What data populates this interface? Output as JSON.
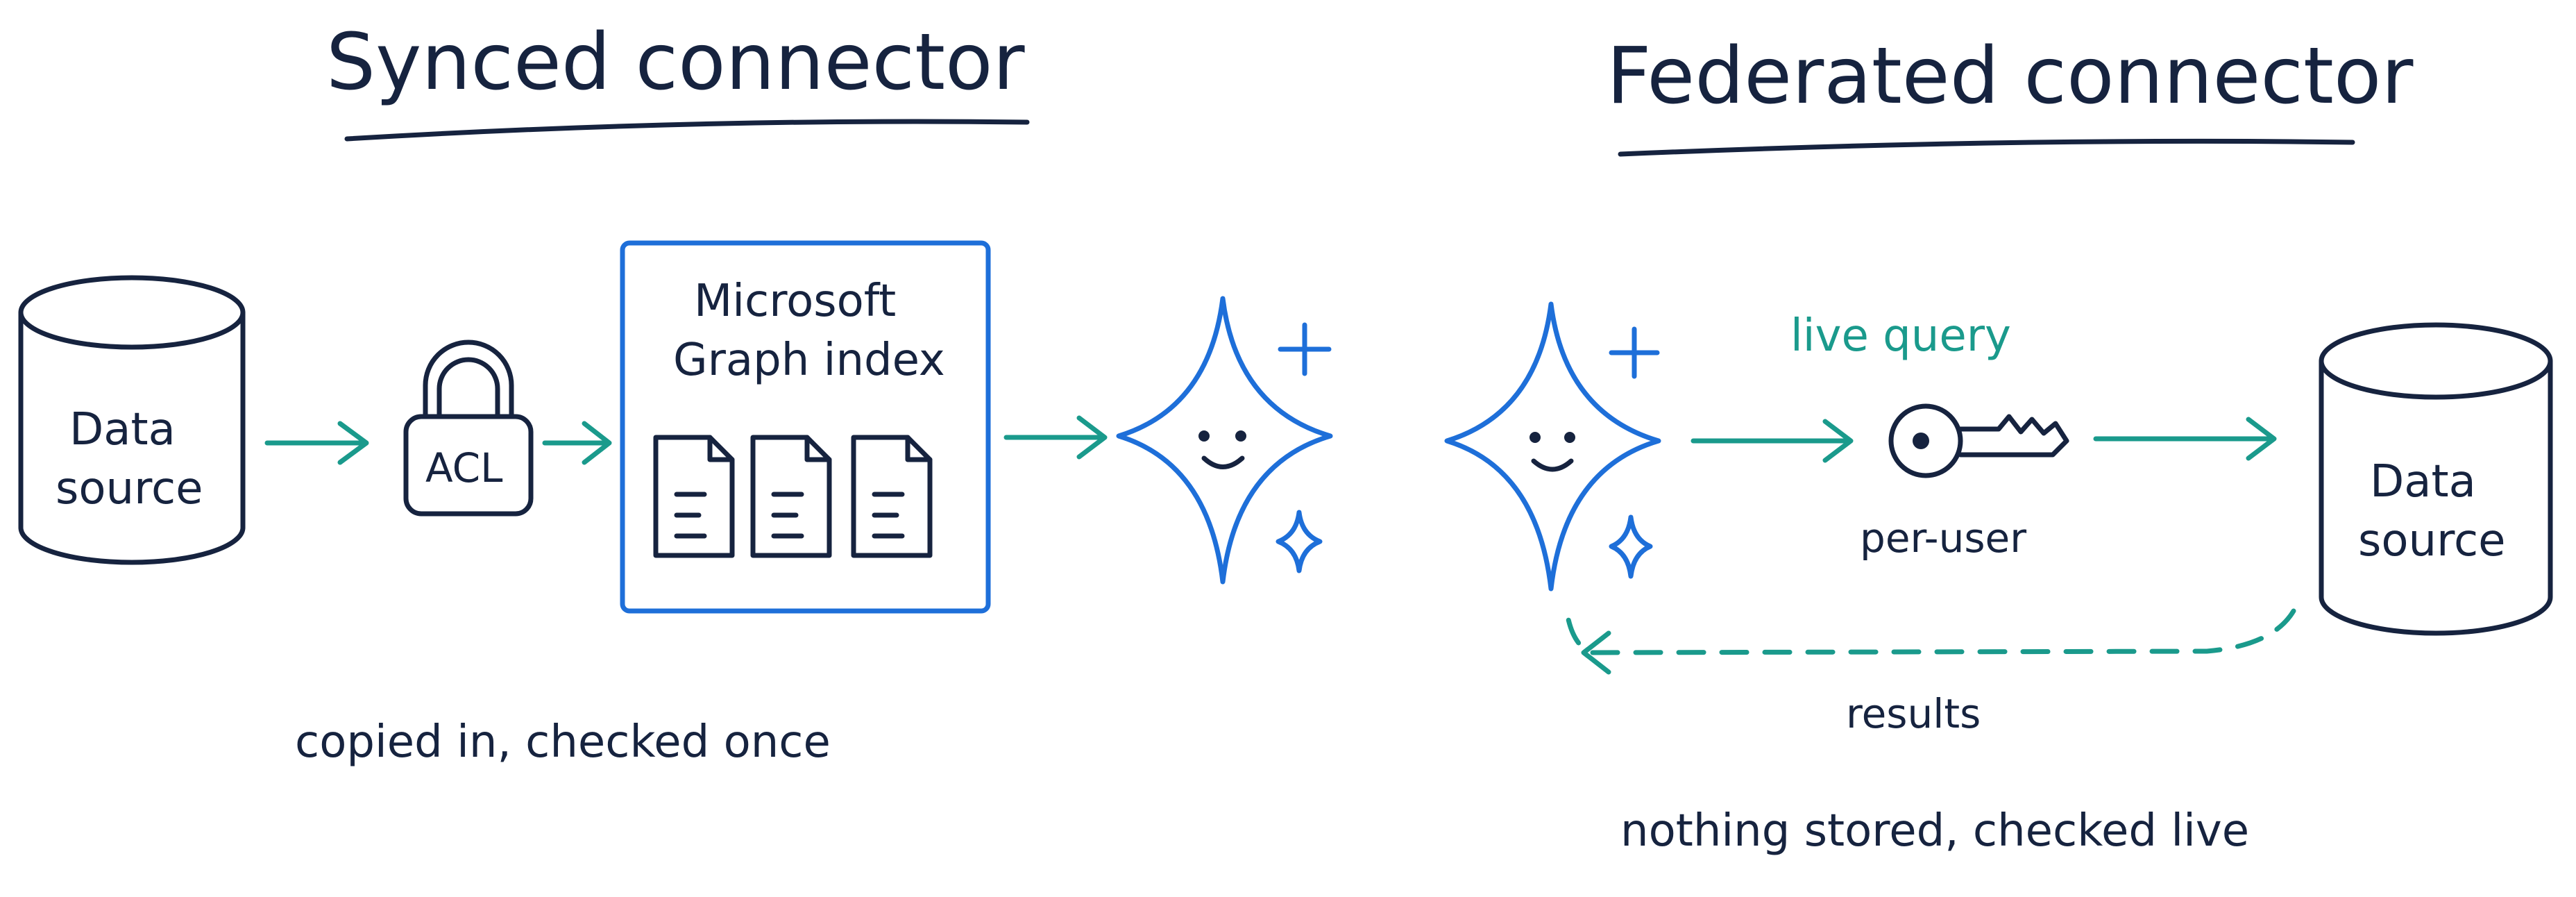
{
  "synced": {
    "title": "Synced connector",
    "data_source_line1": "Data",
    "data_source_line2": "source",
    "acl_label": "ACL",
    "index_line1": "Microsoft",
    "index_line2": "Graph index",
    "caption": "copied in, checked once"
  },
  "federated": {
    "title": "Federated connector",
    "live_query_label": "live query",
    "per_user_label": "per-user",
    "data_source_line1": "Data",
    "data_source_line2": "source",
    "results_label": "results",
    "caption": "nothing stored, checked live"
  },
  "icons": [
    "database-icon",
    "lock-icon",
    "document-icon",
    "sparkle-assistant-icon",
    "plus-icon",
    "small-sparkle-icon",
    "key-icon"
  ],
  "colors": {
    "ink": "#16233f",
    "blue": "#1e6fd9",
    "teal": "#1a9a8c"
  }
}
